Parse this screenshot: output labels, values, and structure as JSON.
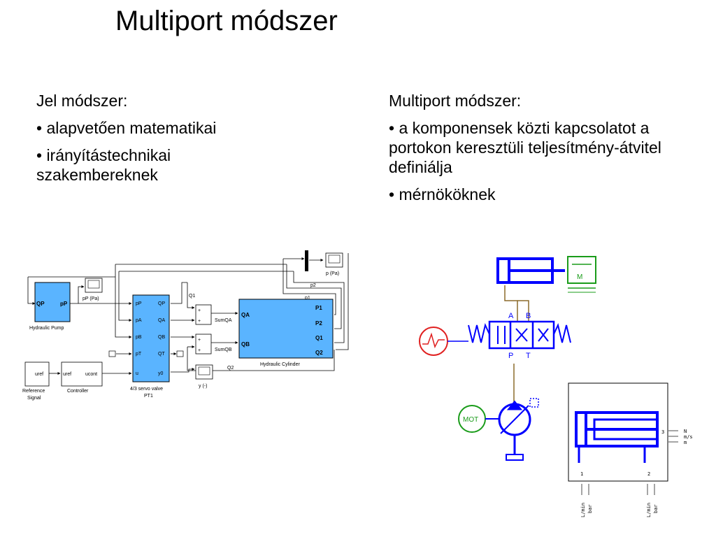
{
  "slide": {
    "title": "Multiport módszer"
  },
  "left": {
    "heading": "Jel módszer:",
    "bullets": [
      "• alapvetően matematikai",
      "• irányítástechnikai szakembereknek"
    ]
  },
  "right": {
    "heading": "Multiport módszer:",
    "bullets": [
      "• a komponensek közti kapcsolatot a portokon keresztüli teljesítmény-átvitel definiálja",
      "• mérnököknek"
    ]
  },
  "simulink": {
    "pump": {
      "name": "Hydraulic Pump",
      "port_qp": "QP",
      "port_pp": "pP"
    },
    "scope_pp": {
      "label": "pP (Pa)"
    },
    "scope_p": {
      "label": "p (Pa)"
    },
    "scope_y": {
      "label": "y (-)"
    },
    "valve": {
      "name_line1": "4/3 servo valve",
      "name_line2": "PT1",
      "in_ports": [
        "pP",
        "pA",
        "pB",
        "pT",
        "u"
      ],
      "out_ports": [
        "QP",
        "QA",
        "QB",
        "QT",
        "y0"
      ]
    },
    "sum_qa": {
      "label": "SumQA",
      "signs": [
        "+",
        "+"
      ]
    },
    "sum_qb": {
      "label": "SumQB",
      "signs": [
        "+",
        "+"
      ]
    },
    "cylinder": {
      "name": "Hydraulic Cylinder",
      "in_ports": [
        "QA",
        "QB"
      ],
      "out_ports": [
        "P1",
        "P2",
        "Q1",
        "Q2"
      ]
    },
    "reference": {
      "port": "uref",
      "name_line1": "Reference",
      "name_line2": "Signal"
    },
    "controller": {
      "in_port": "uref",
      "out_port": "ucont",
      "name": "Controller"
    },
    "signals": {
      "q1": "Q1",
      "q2": "Q2",
      "p1": "p1",
      "p2": "p2"
    }
  },
  "hydraulic": {
    "motor_label": "M",
    "prime_mover_label": "MOT",
    "port_a": "A",
    "port_b": "B",
    "port_p": "P",
    "port_t": "T"
  },
  "cylinder_block": {
    "port1": "1",
    "port2": "2",
    "port3": "3",
    "outputs": [
      "N",
      "m/s",
      "m"
    ],
    "port_units": [
      "L/min",
      "bar"
    ]
  },
  "colors": {
    "block_blue": "#5ab4ff",
    "hyd_blue": "#0000ff",
    "motor_green": "#1a9c1a",
    "source_red": "#e02020"
  }
}
